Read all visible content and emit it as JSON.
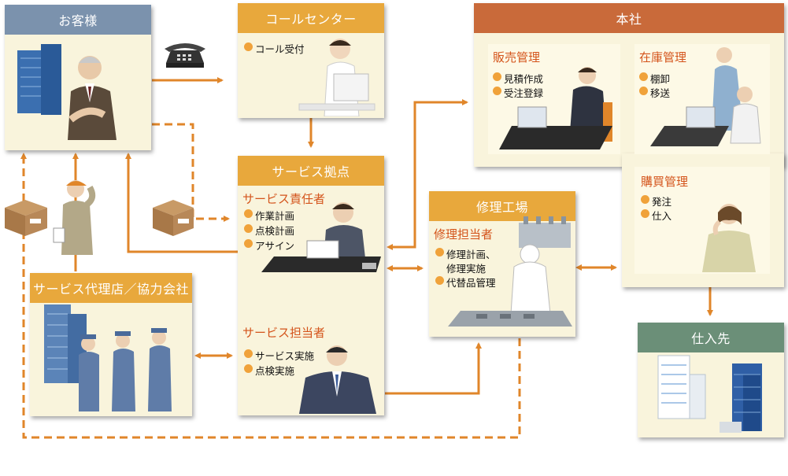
{
  "customer": {
    "title": "お客様"
  },
  "callcenter": {
    "title": "コールセンター",
    "items": [
      "コール受付"
    ]
  },
  "hq": {
    "title": "本社",
    "sales": {
      "title": "販売管理",
      "items": [
        "見積作成",
        "受注登録"
      ]
    },
    "inventory": {
      "title": "在庫管理",
      "items": [
        "棚卸",
        "移送"
      ]
    },
    "purchasing": {
      "title": "購買管理",
      "items": [
        "発注",
        "仕入"
      ]
    }
  },
  "service_base": {
    "title": "サービス拠点",
    "manager": {
      "title": "サービス責任者",
      "items": [
        "作業計画",
        "点検計画",
        "アサイン"
      ]
    },
    "staff": {
      "title": "サービス担当者",
      "items": [
        "サービス実施",
        "点検実施"
      ]
    }
  },
  "repair": {
    "title": "修理工場",
    "sub": "修理担当者",
    "items": [
      "修理計画、",
      "修理実施",
      "代替品管理"
    ]
  },
  "agency": {
    "title": "サービス代理店／協力会社"
  },
  "supplier": {
    "title": "仕入先"
  },
  "colors": {
    "arrow": "#e0862a",
    "orange_header": "#e8a83c",
    "blue_header": "#7b92ad",
    "brown_header": "#c96a3a",
    "green_header": "#6b8f78",
    "cream": "#f9f4dc"
  }
}
